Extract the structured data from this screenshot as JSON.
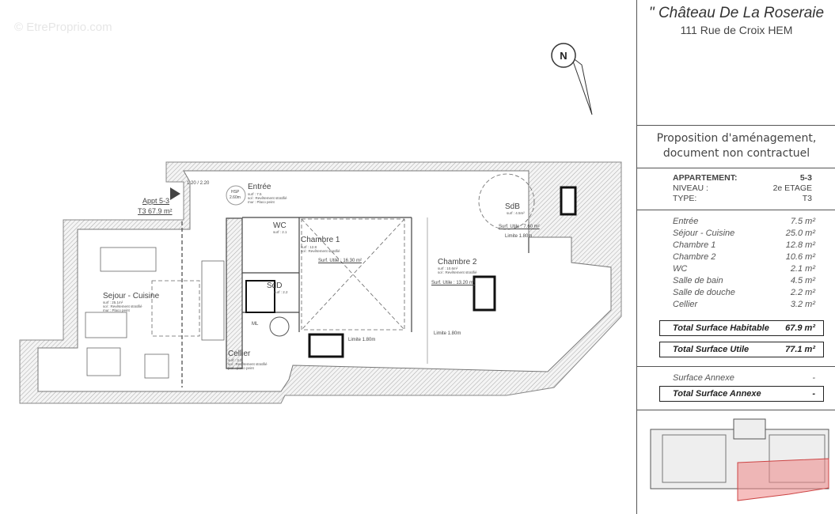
{
  "watermark": "© EtreProprio.com",
  "header": {
    "title": "\" Château De La Roseraie",
    "address": "111 Rue de Croix HEM"
  },
  "notice": {
    "line1": "Proposition d'aménagement,",
    "line2": "document non contractuel"
  },
  "apartment": {
    "label_appt": "APPARTEMENT:",
    "appt": "5-3",
    "label_level": "NIVEAU :",
    "level": "2e ETAGE",
    "label_type": "TYPE:",
    "type": "T3"
  },
  "rooms": [
    {
      "name": "Entrée",
      "area": "7.5 m²"
    },
    {
      "name": "Séjour - Cuisine",
      "area": "25.0 m²"
    },
    {
      "name": "Chambre 1",
      "area": "12.8 m²"
    },
    {
      "name": "Chambre 2",
      "area": "10.6 m²"
    },
    {
      "name": "WC",
      "area": "2.1 m²"
    },
    {
      "name": "Salle de bain",
      "area": "4.5 m²"
    },
    {
      "name": "Salle de douche",
      "area": "2.2 m²"
    },
    {
      "name": "Cellier",
      "area": "3.2 m²"
    }
  ],
  "totals": {
    "habitable_label": "Total Surface Habitable",
    "habitable": "67.9 m²",
    "utile_label": "Total Surface Utile",
    "utile": "77.1 m²",
    "annexe_row_label": "Surface Annexe",
    "annexe_row": "-",
    "annexe_label": "Total Surface Annexe",
    "annexe": "-"
  },
  "compass": {
    "label": "N"
  },
  "plan": {
    "appt_tag": "Appt 5-3",
    "appt_sub": "T3  67.9 m²",
    "door": "1.20 / 2.20",
    "hsp1": "HSP",
    "hsp2": "2.60m",
    "finish_floor": "sol : Revêtement stratifié",
    "finish_wall": "mur : Placo peint",
    "finish_ceil": "plaf : placo peint",
    "entree": {
      "name": "Entrée",
      "area": "surf : 7.5"
    },
    "wc": {
      "name": "WC",
      "area": "surf : 2.1"
    },
    "ch1": {
      "name": "Chambre 1",
      "area": "surf : 12.8",
      "utile": "Surf. Utile : 16.30 m²"
    },
    "ch2": {
      "name": "Chambre 2",
      "area": "surf : 10.6m²",
      "utile": "Surf. Utile : 13.20 m²"
    },
    "sdb": {
      "name": "SdB",
      "area": "surf : 4.5m²",
      "utile": "Surf. Utile : 7.60 m²"
    },
    "sdd": {
      "name": "SdD",
      "area": "surf : 2.2"
    },
    "sejour": {
      "name": "Sejour - Cuisine",
      "area": "surf : 25.1m²"
    },
    "cellier": {
      "name": "Cellier",
      "area": "surf : 3.2"
    },
    "ml": "ML",
    "limite": "Limite 1.80m"
  }
}
